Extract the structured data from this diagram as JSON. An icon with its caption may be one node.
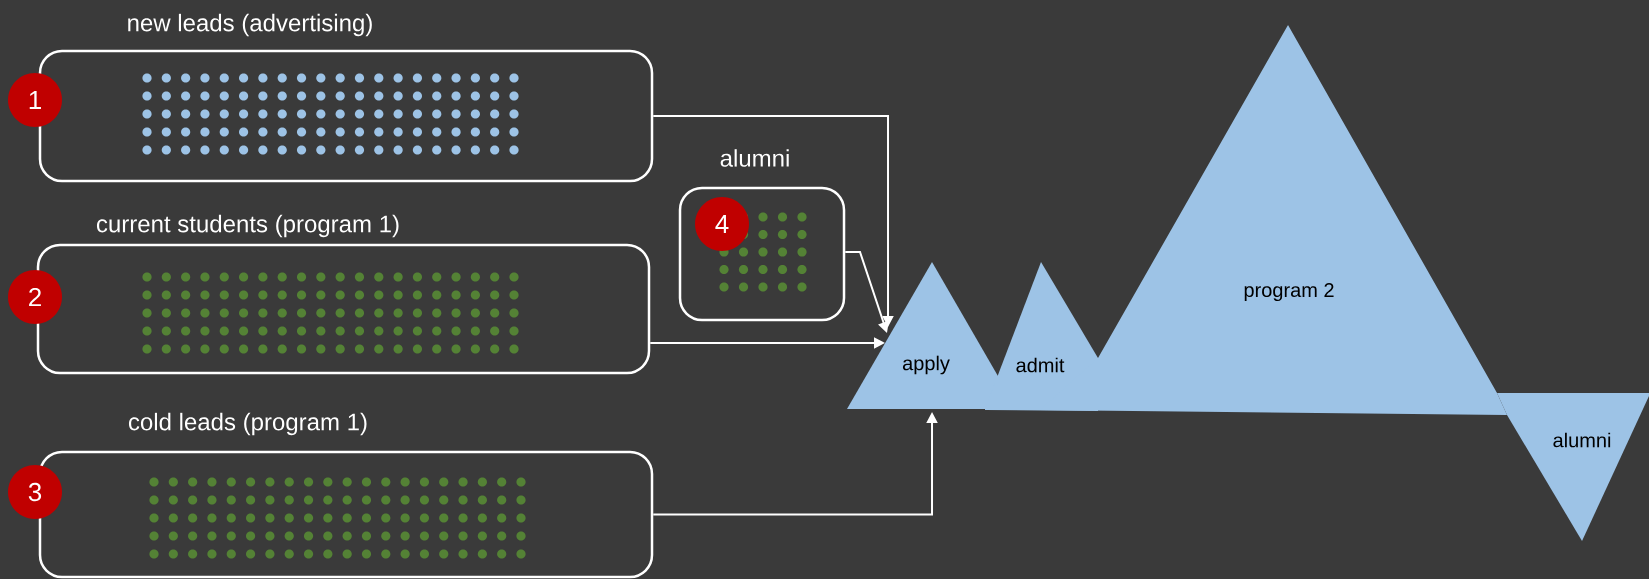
{
  "diagram": {
    "nodes": [
      {
        "text": [
          "new leads (advertising)"
        ]
      },
      {
        "text": [
          "1"
        ]
      },
      {
        "text": [
          "current students (program 1)"
        ]
      },
      {
        "text": [
          "2"
        ]
      },
      {
        "text": [
          "cold leads (program 1)"
        ]
      },
      {
        "text": [
          "3"
        ]
      },
      {
        "text": [
          "alumni"
        ]
      },
      {
        "text": [
          "4"
        ],
        "in": 6
      },
      {
        "text": [
          "apply"
        ]
      },
      {
        "text": [
          "admit"
        ]
      },
      {
        "text": [
          "program 2"
        ]
      },
      {
        "text": [
          "alumni"
        ]
      }
    ],
    "edges": [
      {
        "from": 0,
        "to": 8,
        "arrow": "to"
      },
      {
        "from": 2,
        "to": 8,
        "arrow": "to"
      },
      {
        "from": 6,
        "to": 8,
        "arrow": "to"
      },
      {
        "from": 4,
        "to": 8,
        "arrow": "to"
      }
    ]
  }
}
